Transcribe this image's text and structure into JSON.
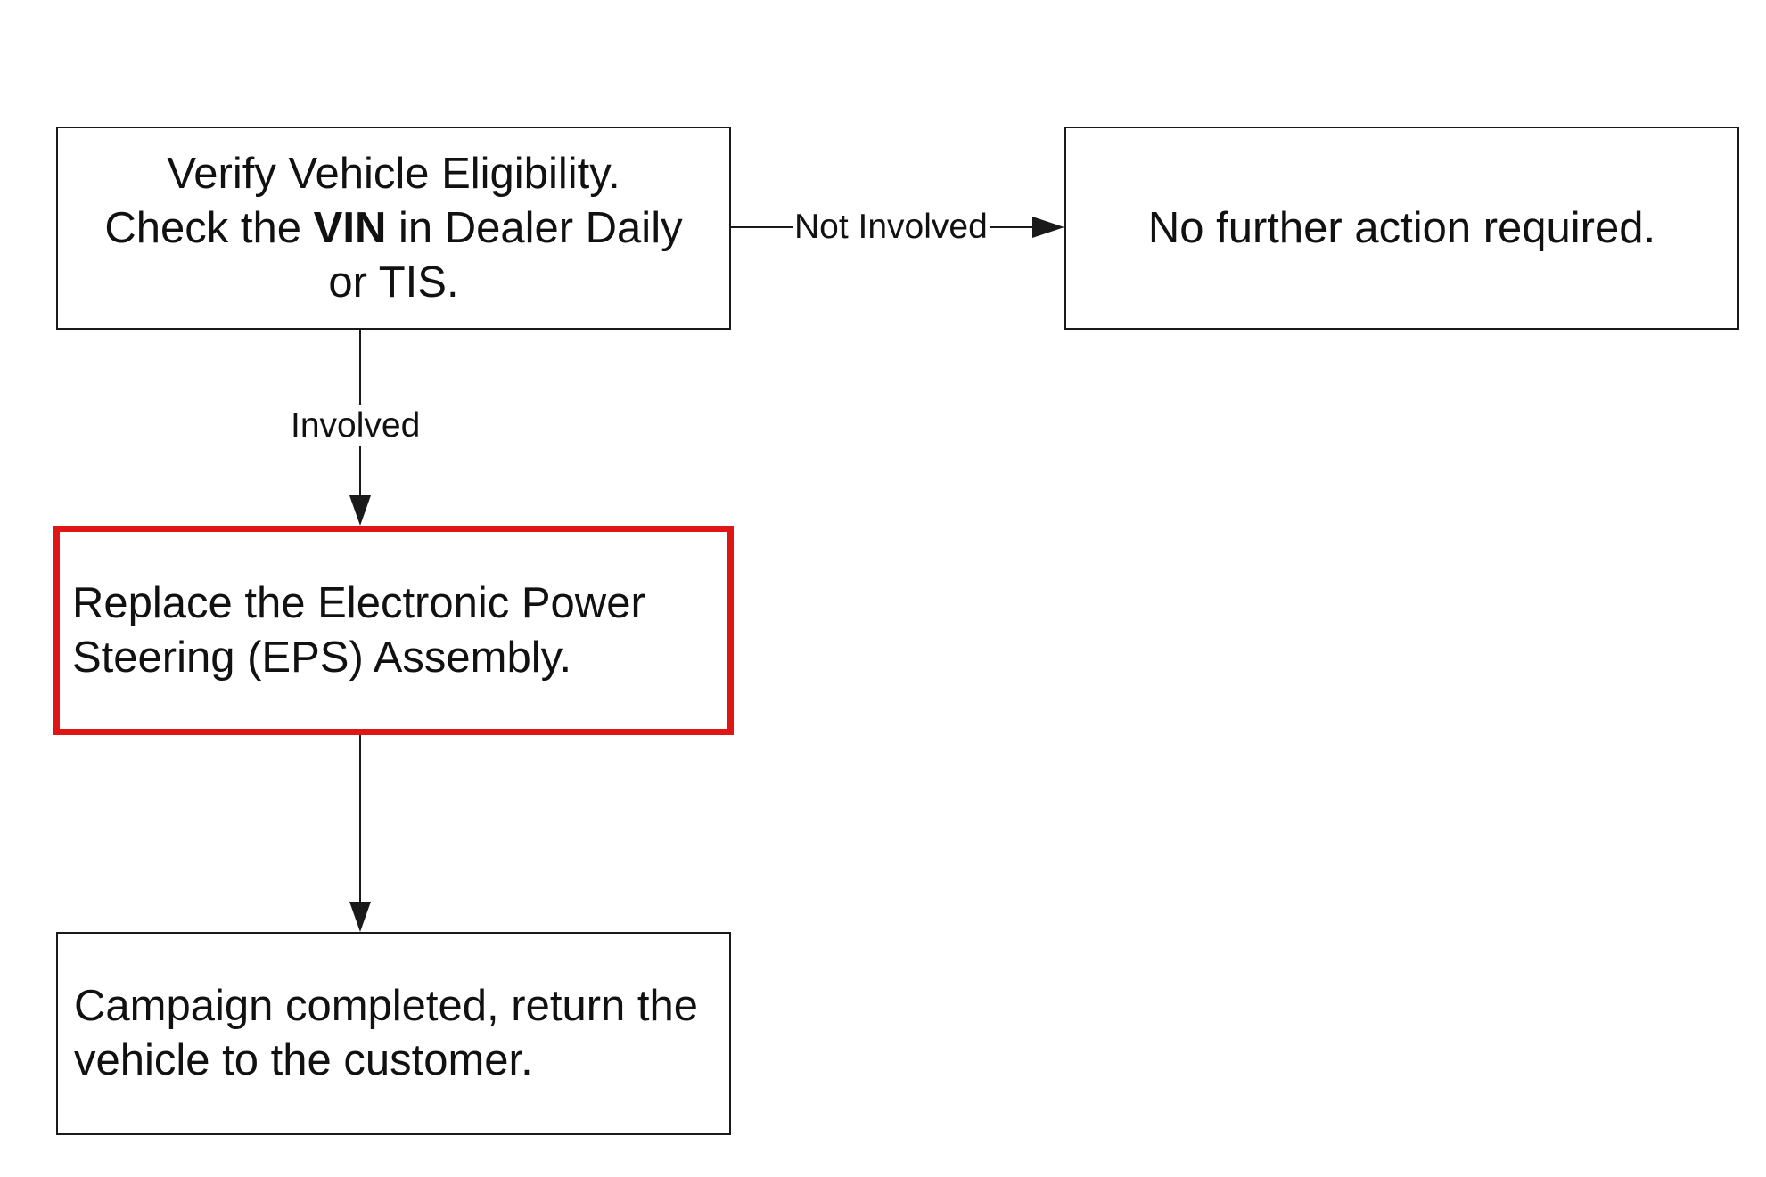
{
  "nodes": {
    "verify": {
      "line1": "Verify Vehicle Eligibility.",
      "line2_pre": "Check the ",
      "line2_bold": "VIN",
      "line2_post": " in Dealer Daily",
      "line3": "or TIS."
    },
    "no_action": {
      "line1": "No further action required."
    },
    "replace": {
      "line1": "Replace the Electronic Power",
      "line2": "Steering (EPS) Assembly."
    },
    "completed": {
      "line1": "Campaign completed, return the",
      "line2": "vehicle to the customer."
    }
  },
  "edges": {
    "not_involved": "Not Involved",
    "involved": "Involved"
  },
  "colors": {
    "highlight_border": "#e01515",
    "stroke": "#1a1a1a"
  }
}
